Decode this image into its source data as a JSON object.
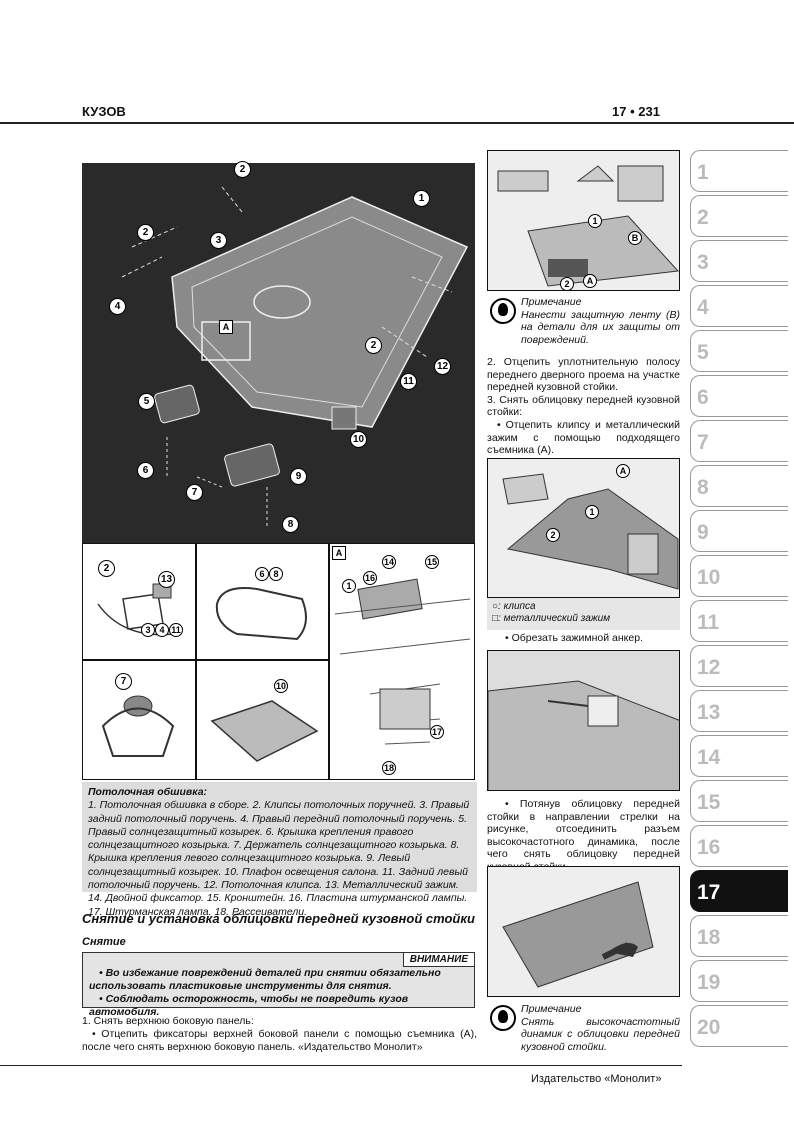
{
  "header": {
    "section": "КУЗОВ",
    "page": "17 • 231"
  },
  "figure_labels": {
    "main": [
      "1",
      "2",
      "3",
      "2",
      "4",
      "2",
      "11",
      "12",
      "5",
      "10",
      "6",
      "9",
      "7",
      "8",
      "A"
    ],
    "inset1": [
      "2",
      "13",
      "3",
      "4",
      "11"
    ],
    "inset2": [
      "6",
      "8"
    ],
    "inset3": [
      "A",
      "14",
      "15",
      "16",
      "1",
      "17",
      "18"
    ],
    "inset4": [
      "7"
    ],
    "inset5": [
      "10"
    ],
    "right1": [
      "1",
      "B",
      "A",
      "2"
    ],
    "right2": [
      "A",
      "1",
      "2"
    ]
  },
  "main_caption": {
    "title": "Потолочная обшивка:",
    "body": "1. Потолочная обшивка в сборе. 2. Клипсы потолочных поручней. 3. Правый задний потолочный поручень. 4. Правый передний потолочный поручень. 5. Правый солнцезащитный козырек. 6. Крышка крепления правого солнцезащитного козырька. 7. Держатель солнцезащитного козырька. 8. Крышка крепления левого солнцезащитного козырька. 9. Левый солнцезащитный козырек. 10. Плафон освещения салона. 11. Задний левый потолочный поручень. 12. Потолочная клипса. 13. Металлический зажим. 14. Двойной фиксатор. 15. Кронштейн. 16. Пластина штурманской лампы. 17. Штурманская лампа. 18. Рассеиватели."
  },
  "section_title": "Снятие и установка облицовки передней кузовной стойки",
  "subsection": "Снятие",
  "warning": {
    "tag": "ВНИМАНИЕ",
    "line1": "• Во избежание повреждений деталей при снятии обязательно использовать пластиковые инструменты для снятия.",
    "line2": "• Соблюдать осторожность, чтобы не повредить кузов автомобиля."
  },
  "body_left": {
    "step1": "1. Снять верхнюю боковую панель:",
    "bullet1": "• Отцепить фиксаторы верхней боковой панели с помощью съемника (A), после чего снять верхнюю боковую панель. «Издательство Монолит»"
  },
  "note1": {
    "title": "Примечание",
    "text": "Нанести защитную ленту (B) на детали для их защиты от повреждений."
  },
  "body_right1": {
    "step2": "2. Отцепить уплотнительную полосу переднего дверного проема на участке передней кузовной стойки.",
    "step3": "3. Снять облицовку передней кузовной стойки:",
    "bullet1": "• Отцепить клипсу и металлический зажим с помощью подходящего съемника (A)."
  },
  "legend": {
    "clip": ": клипса",
    "clamp": ": металлический зажим"
  },
  "bullet_cut": "• Обрезать зажимной анкер.",
  "bullet_pull": "• Потянув облицовку передней стойки в направлении стрелки на рисунке, отсоединить разъем высокочастотного динамика, после чего снять облицовку передней кузовной стойки.",
  "note2": {
    "title": "Примечание",
    "text": "Снять высокочастотный динамик с облицовки передней кузовной стойки."
  },
  "tabs": [
    "1",
    "2",
    "3",
    "4",
    "5",
    "6",
    "7",
    "8",
    "9",
    "10",
    "11",
    "12",
    "13",
    "14",
    "15",
    "16",
    "17",
    "18",
    "19",
    "20"
  ],
  "active_tab": "17",
  "footer": "Издательство «Монолит»"
}
